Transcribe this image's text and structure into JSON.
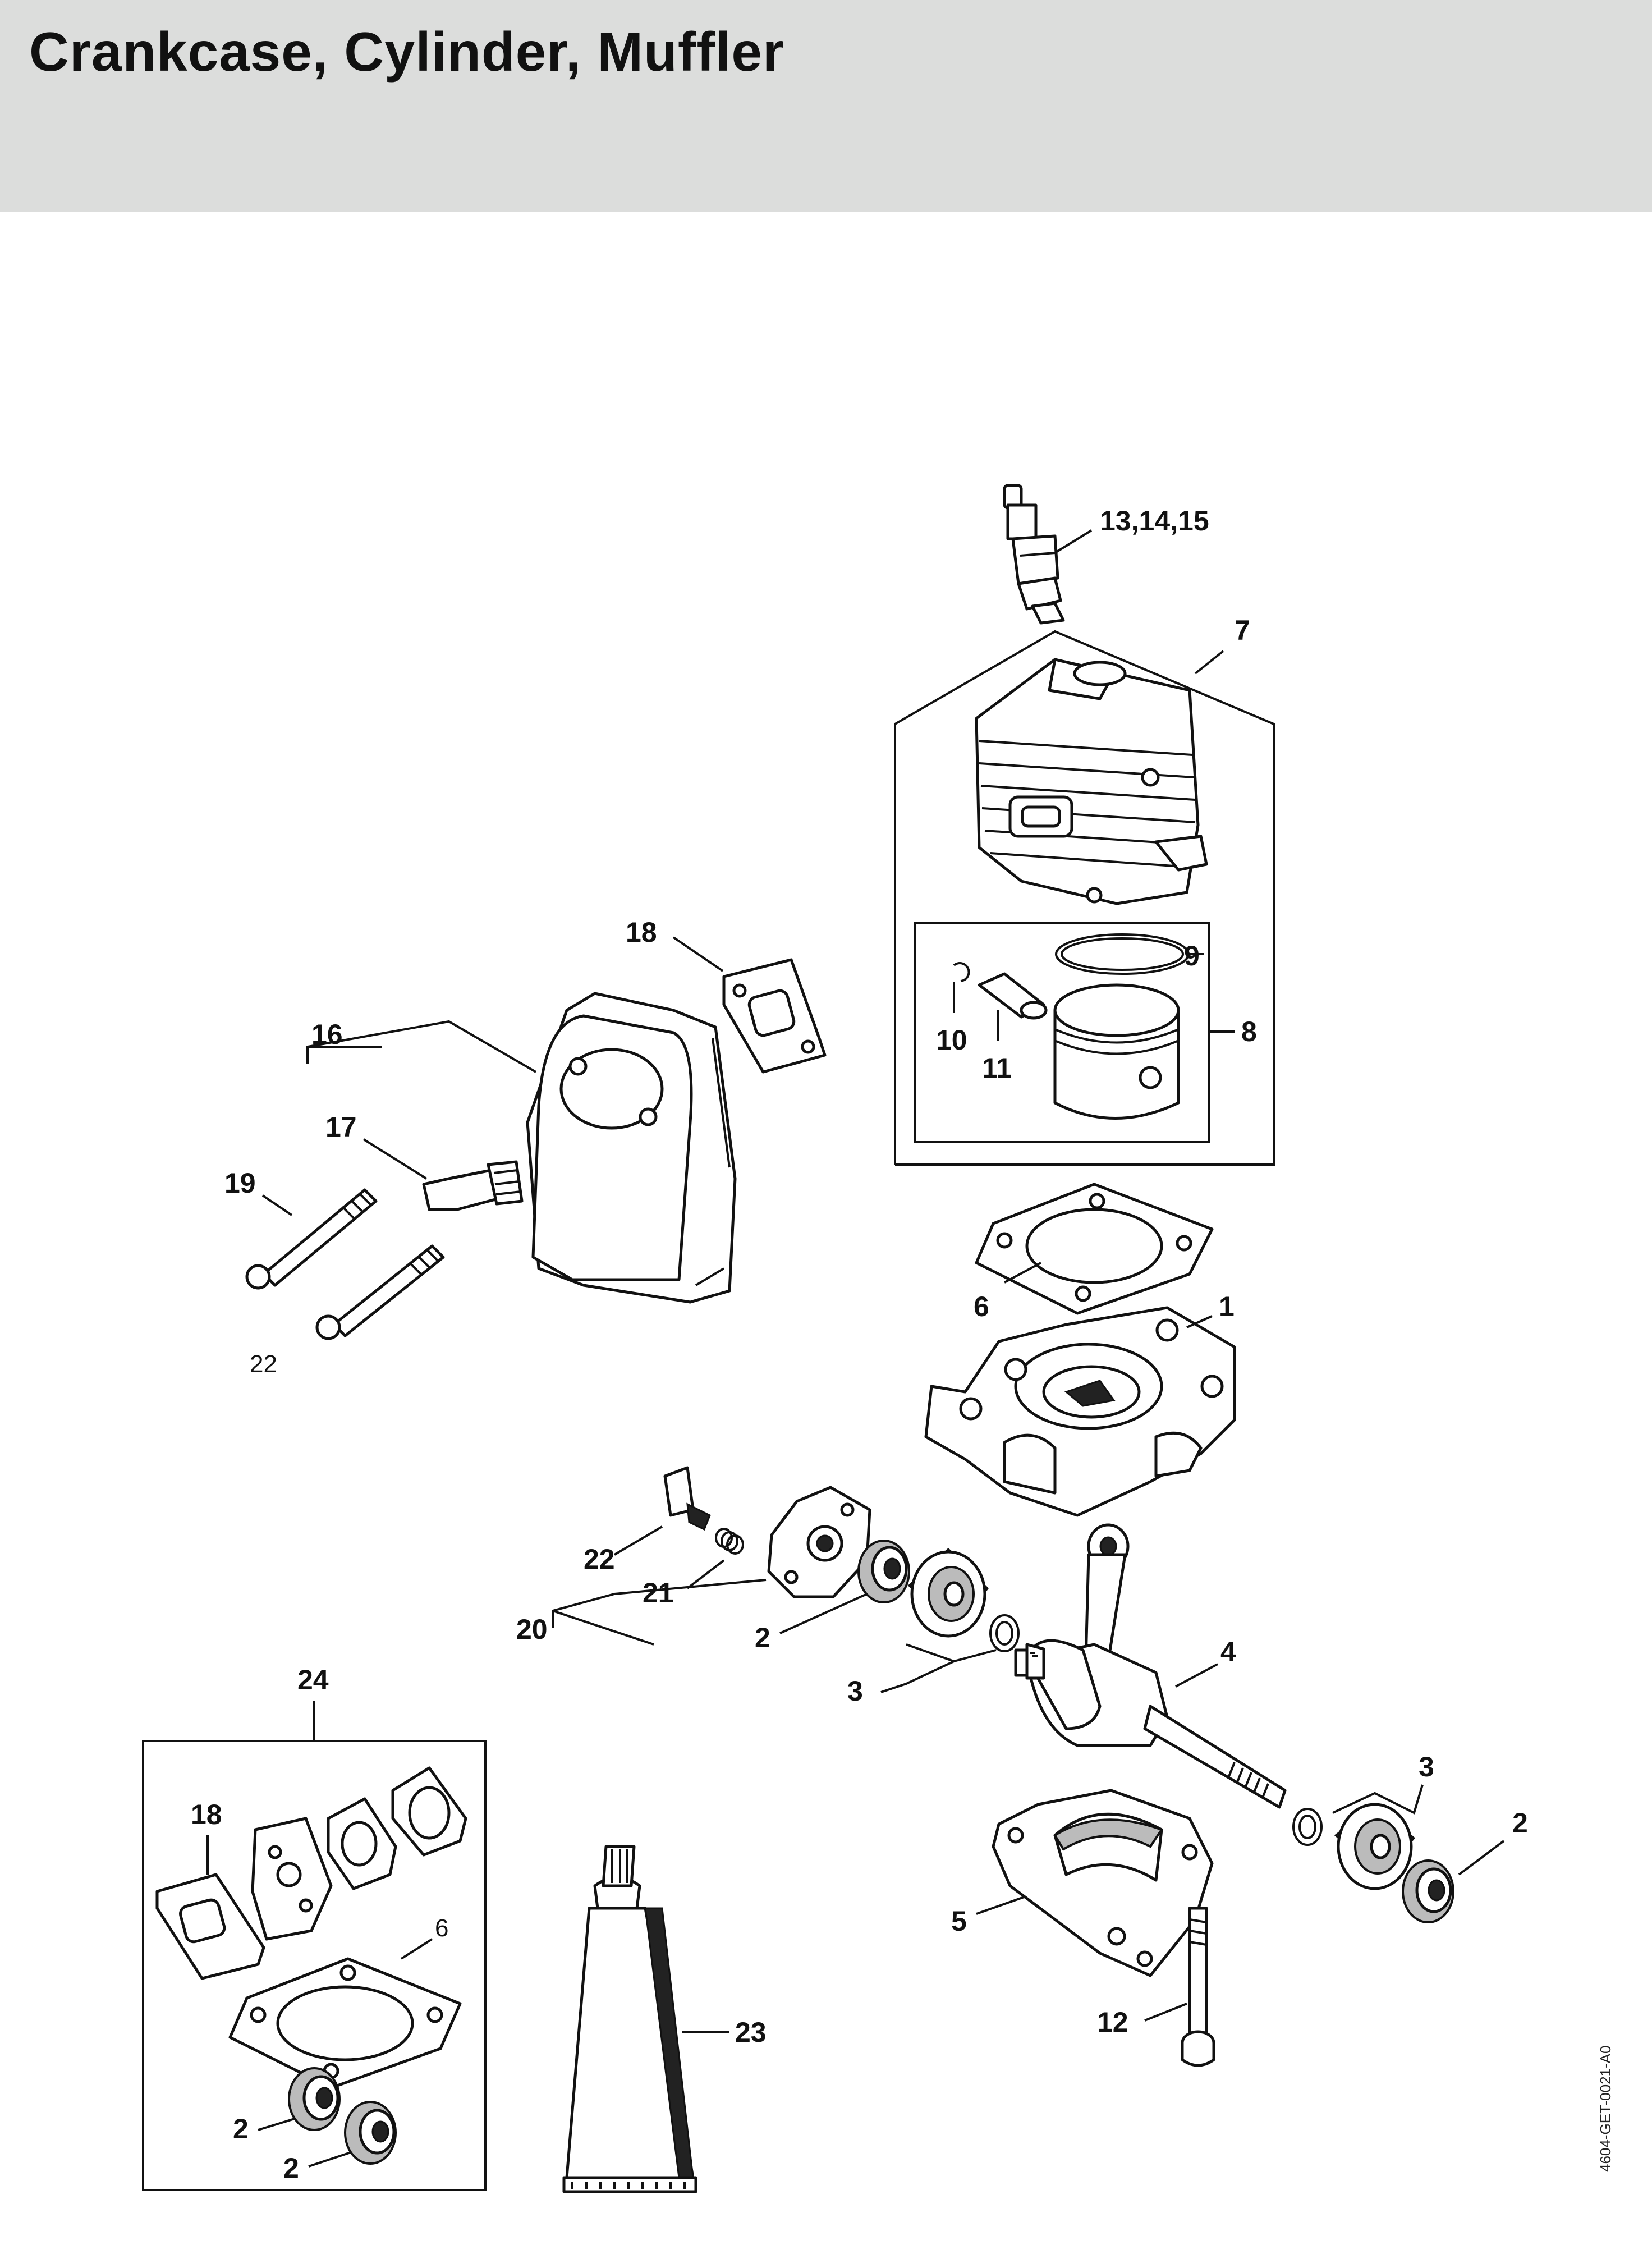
{
  "page": {
    "title": "Crankcase, Cylinder, Muffler",
    "reference_code": "4604-GET-0021-A0"
  },
  "callouts": {
    "spark_plug": "13,14,15",
    "cylinder": "7",
    "ring": "9",
    "piston_kit": "8",
    "circlip": "10",
    "pin": "11",
    "muffler_gasket": "18",
    "muffler": "16",
    "fitting": "17",
    "screw": "19",
    "note_22": "22",
    "base_gasket": "6",
    "crankcase_top": "1",
    "cable_part": "22",
    "spring": "21",
    "cover_assy": "20",
    "seal_left": "2",
    "bearing_left": "3",
    "crankshaft": "4",
    "bearing_right": "3",
    "seal_right": "2",
    "crankcase_bottom": "5",
    "bolt": "12",
    "tube": "23",
    "gasket_kit": "24",
    "kit_gasket_18": "18",
    "kit_gasket_6": "6",
    "kit_seal_a": "2",
    "kit_seal_b": "2"
  }
}
